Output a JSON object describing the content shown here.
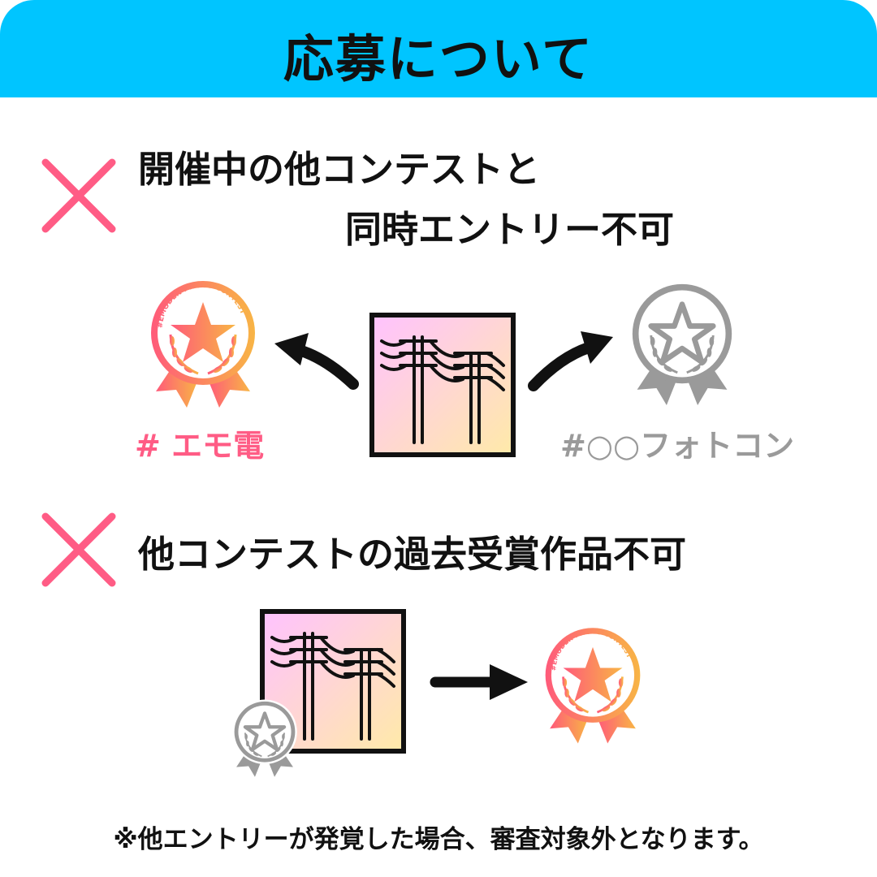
{
  "header": {
    "title": "応募について",
    "background_color": "#00c5ff"
  },
  "rules": [
    {
      "icon": "cross-icon",
      "line1": "開催中の他コンテストと",
      "line2": "同時エントリー不可",
      "illustration": {
        "left_label": "# エモ電",
        "right_label": "#○○フォトコン",
        "medal_lettering": "#EMODEN PHOTO CONTEST"
      }
    },
    {
      "icon": "cross-icon",
      "line1": "他コンテストの過去受賞作品不可"
    }
  ],
  "footer": {
    "note": "※他エントリーが発覚した場合、審査対象外となります。"
  },
  "colors": {
    "cross": "#ff5c85",
    "accent_pink": "#ff5c85",
    "gray": "#9a9a9a",
    "medal_gradient": [
      "#ff5a7a",
      "#f8b545"
    ],
    "photo_gradient": [
      "#ffc2ff",
      "#ffeaa8"
    ]
  }
}
